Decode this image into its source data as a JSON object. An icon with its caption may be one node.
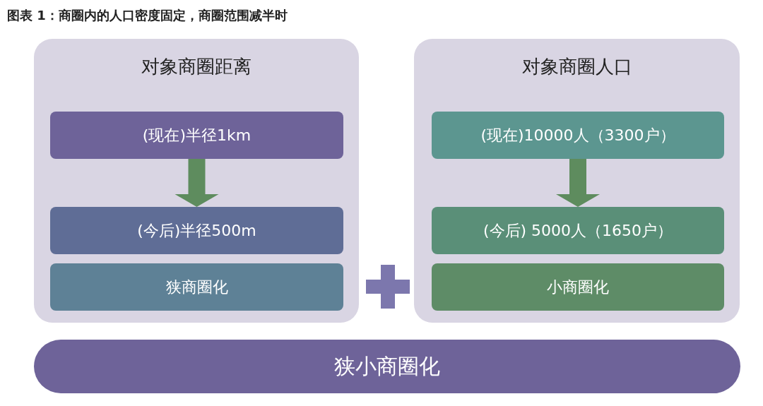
{
  "diagram": {
    "title": "图表 1：商圈内的人口密度固定，商圈范围减半时",
    "nodes": [
      {
        "text": [
          "对象商圈距离"
        ]
      },
      {
        "text": [
          "(现在)半径1km"
        ],
        "in": 0
      },
      {
        "text": [
          "(今后)半径500m"
        ],
        "in": 0
      },
      {
        "text": [
          "狭商圈化"
        ],
        "in": 0
      },
      {
        "text": [
          "对象商圈人口"
        ]
      },
      {
        "text": [
          "(现在)10000人（3300户）"
        ],
        "in": 4
      },
      {
        "text": [
          "(今后) 5000人（1650户）"
        ],
        "in": 4
      },
      {
        "text": [
          "小商圈化"
        ],
        "in": 4
      },
      {
        "text": [
          "狭小商圈化"
        ]
      }
    ],
    "edges": [
      {
        "from": 1,
        "to": 2,
        "arrow": "to"
      },
      {
        "from": 5,
        "to": 6,
        "arrow": "to"
      }
    ]
  }
}
